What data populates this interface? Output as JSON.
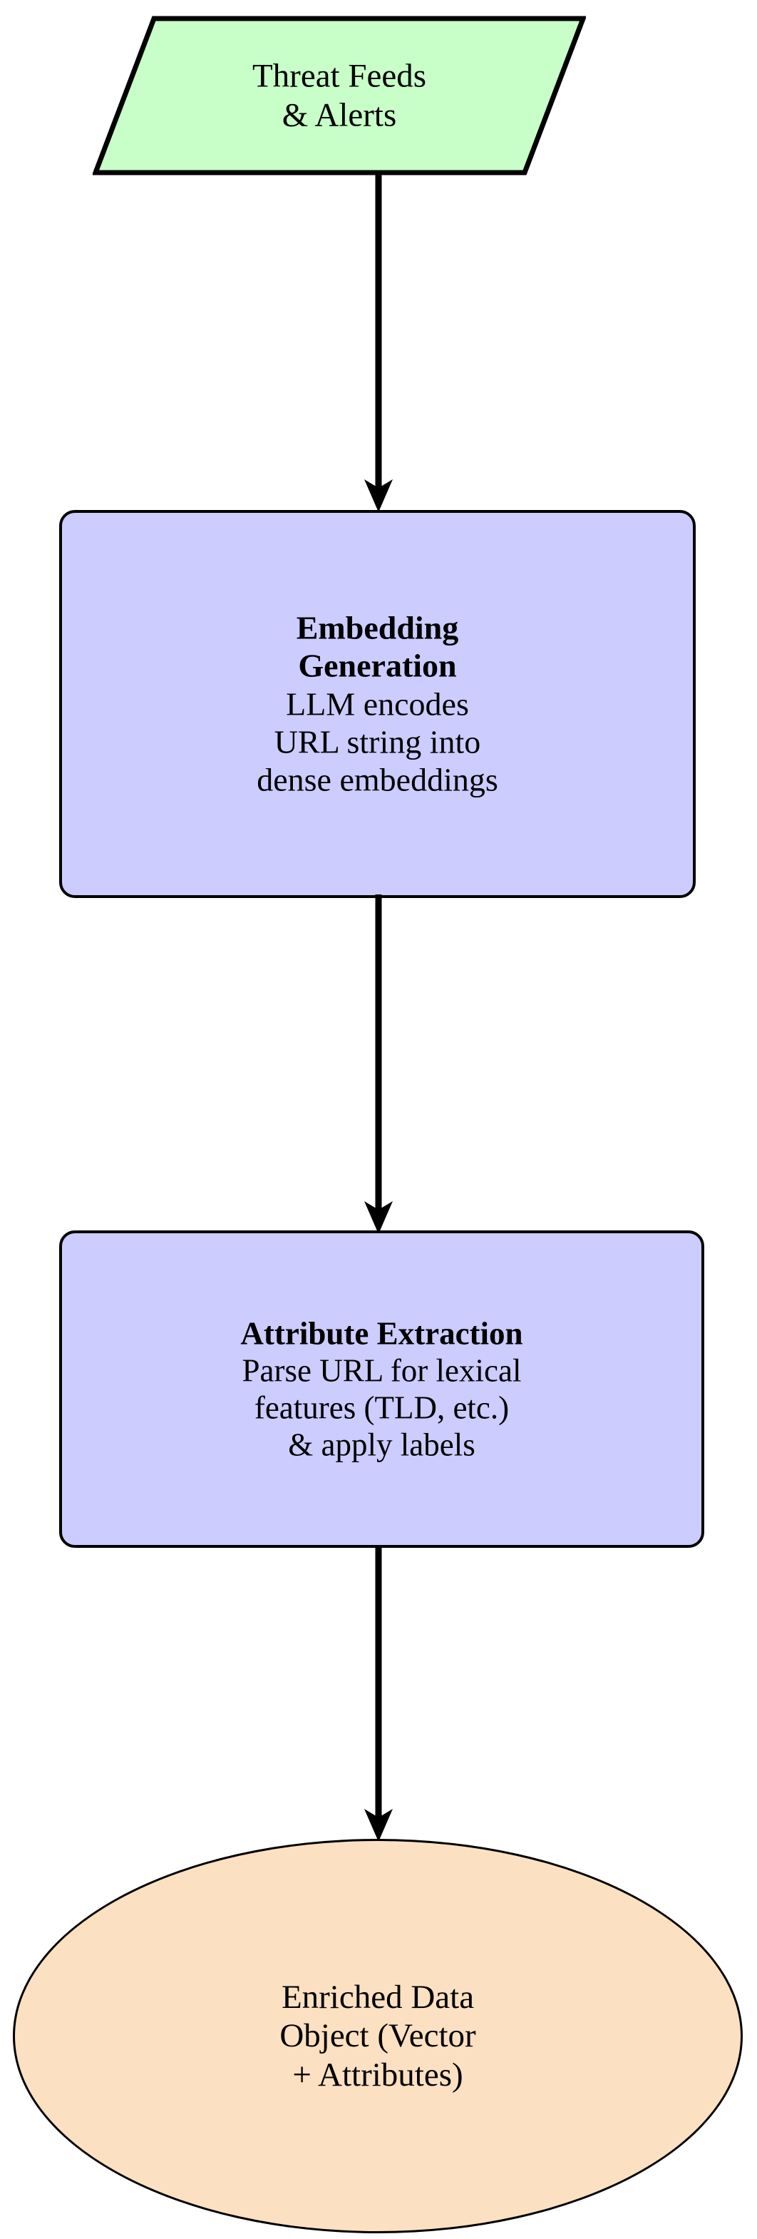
{
  "diagram": {
    "type": "flowchart",
    "orientation": "top-to-bottom",
    "background_color": "#ffffff",
    "edge_color": "#000000"
  },
  "nodes": {
    "source": {
      "shape": "parallelogram",
      "role": "input",
      "fill_color": "#c8ffc8",
      "stroke_color": "#000000",
      "line1": "Threat Feeds",
      "line2": "& Alerts"
    },
    "embedding": {
      "shape": "rounded-rectangle",
      "role": "process",
      "fill_color": "#ccccff",
      "stroke_color": "#000000",
      "title_line1": "Embedding",
      "title_line2": "Generation",
      "body_line1": "LLM encodes",
      "body_line2": "URL string into",
      "body_line3": "dense embeddings"
    },
    "attribute": {
      "shape": "rounded-rectangle",
      "role": "process",
      "fill_color": "#ccccff",
      "stroke_color": "#000000",
      "title_line1": "Attribute Extraction",
      "body_line1": "Parse URL for lexical",
      "body_line2": "features (TLD, etc.)",
      "body_line3": "& apply labels"
    },
    "output": {
      "shape": "ellipse",
      "role": "output",
      "fill_color": "#fce0c2",
      "stroke_color": "#000000",
      "line1": "Enriched Data",
      "line2": "Object (Vector",
      "line3": "+ Attributes)"
    }
  },
  "edges": [
    {
      "id": "edge-source-embedding",
      "from": "source",
      "to": "embedding",
      "label": "",
      "arrowhead": "filled-triangle"
    },
    {
      "id": "edge-embedding-attribute",
      "from": "embedding",
      "to": "attribute",
      "label": "",
      "arrowhead": "filled-triangle"
    },
    {
      "id": "edge-attribute-output",
      "from": "attribute",
      "to": "output",
      "label": "",
      "arrowhead": "filled-triangle"
    }
  ]
}
